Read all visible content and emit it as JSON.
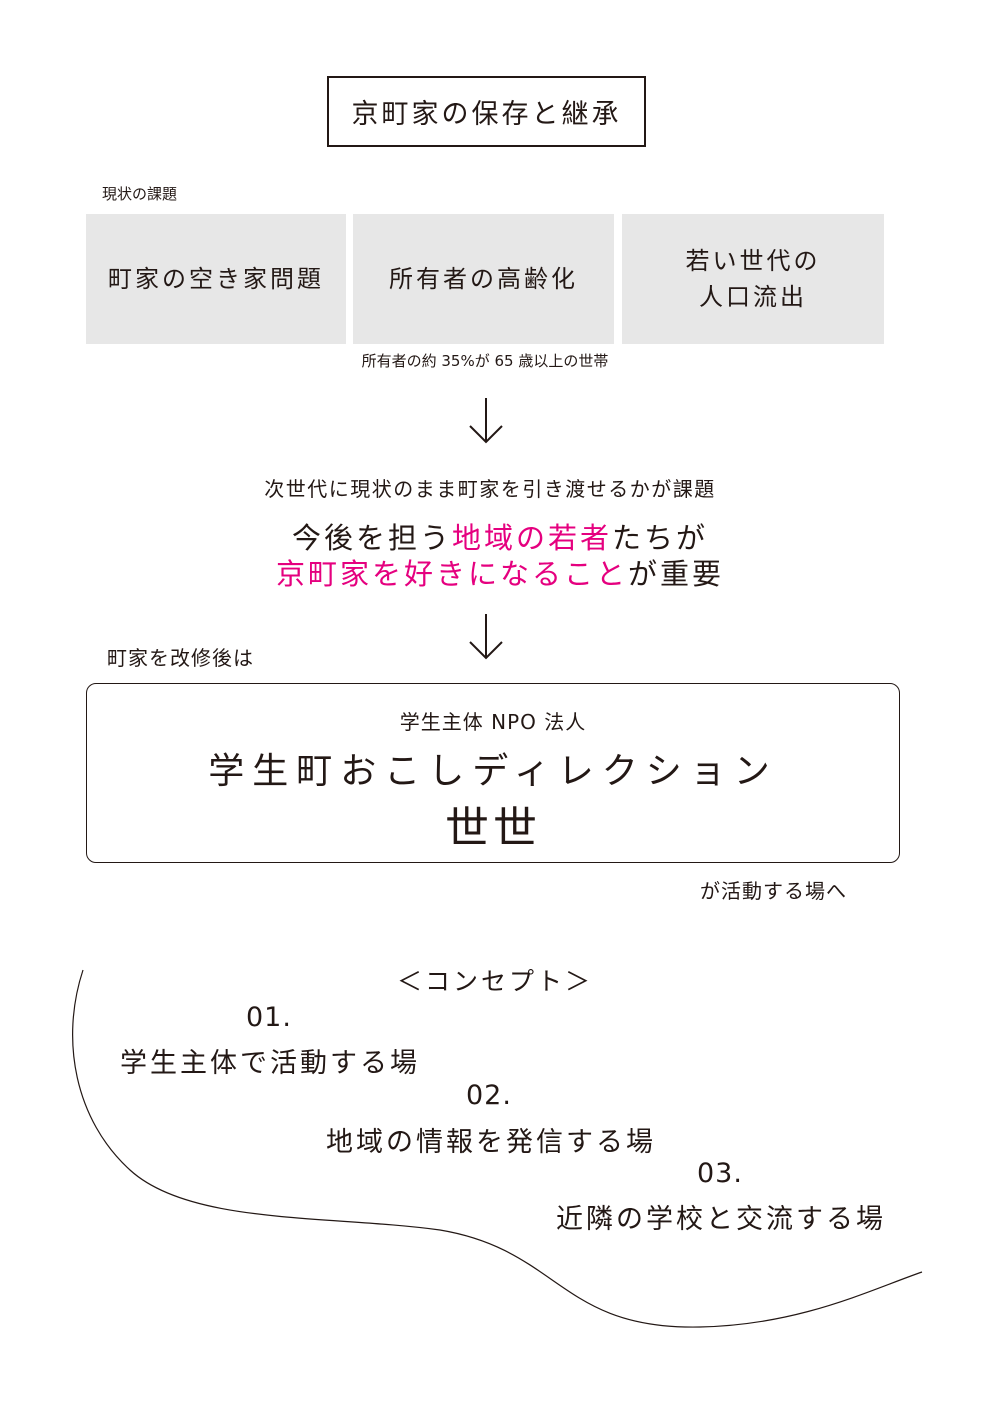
{
  "title": "京町家の保存と継承",
  "issues_label": "現状の課題",
  "issues": [
    {
      "line1": "町家の空き家問題",
      "line2": ""
    },
    {
      "line1": "所有者の高齢化",
      "line2": ""
    },
    {
      "line1": "若い世代の",
      "line2": "人口流出"
    }
  ],
  "issue_note": "所有者の約 35%が 65 歳以上の世帯",
  "challenge": "次世代に現状のまま町家を引き渡せるかが課題",
  "highlight": {
    "l1_a": "今後を担う",
    "l1_b": "地域の若者",
    "l1_c": "たちが",
    "l2_a": "京町家を好きになること",
    "l2_b": "が重要"
  },
  "after_label": "町家を改修後は",
  "org": {
    "sub": "学生主体 NPO 法人",
    "name": "学生町おこしディレクション",
    "brand": "世世"
  },
  "place_label": "が活動する場へ",
  "concept": {
    "heading": "＜コンセプト＞",
    "items": [
      {
        "num": "01.",
        "text": "学生主体で活動する場"
      },
      {
        "num": "02.",
        "text": "地域の情報を発信する場"
      },
      {
        "num": "03.",
        "text": "近隣の学校と交流する場"
      }
    ]
  },
  "colors": {
    "accent": "#e5007f",
    "text": "#231815",
    "box": "#e7e7e7"
  }
}
